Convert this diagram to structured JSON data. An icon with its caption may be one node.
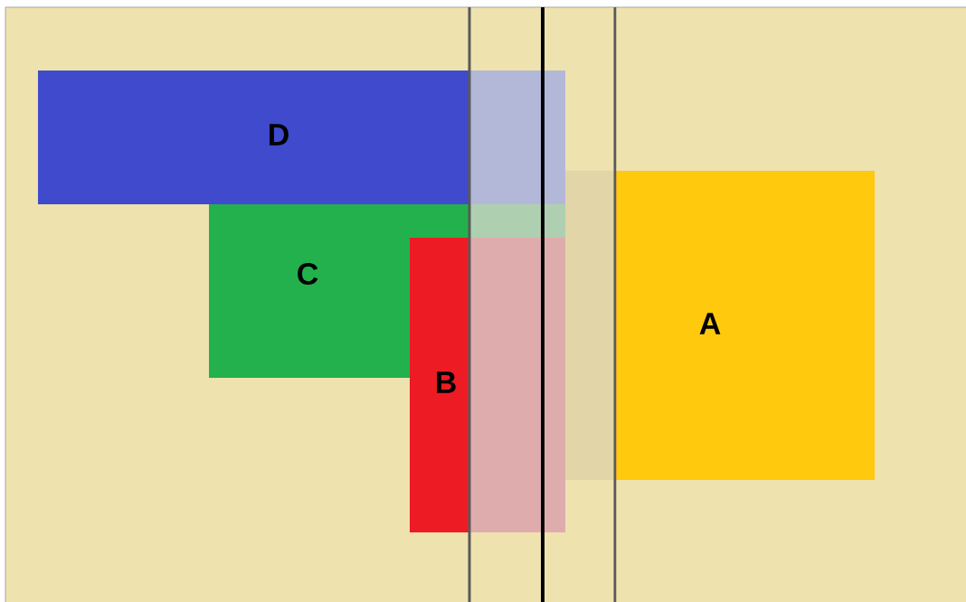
{
  "diagram": {
    "nodes": [
      {
        "text": [
          "D"
        ]
      },
      {
        "text": [
          "C"
        ]
      },
      {
        "text": [
          "B"
        ]
      },
      {
        "text": [
          "A"
        ]
      }
    ]
  }
}
